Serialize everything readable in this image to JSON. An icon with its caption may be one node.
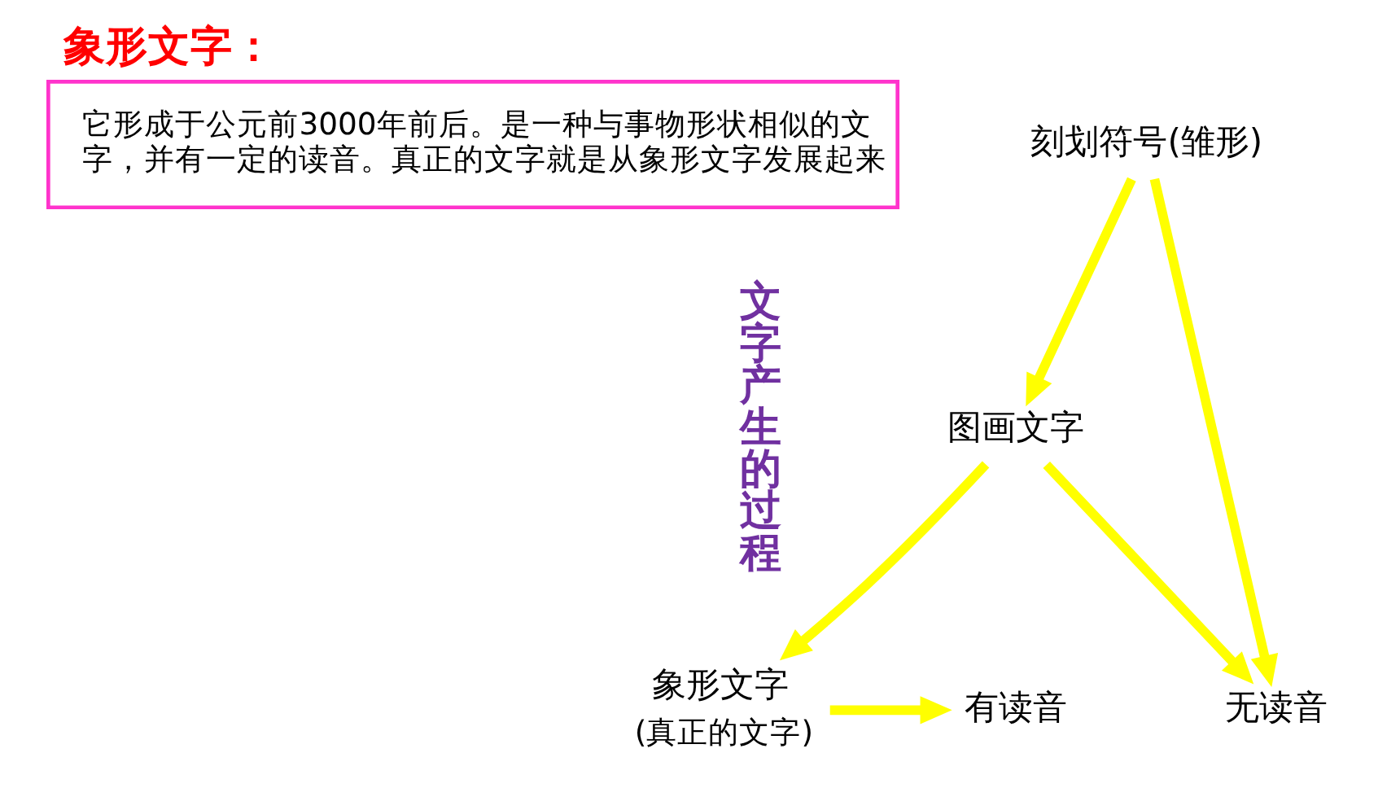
{
  "diagram": {
    "title": "象形文字：",
    "nodes": [
      {
        "text": [
          "它形成于公元前3000年前后。是一种与事物形状相似的文字，并有一定的读音。真正的文字就是从象形文字发展起来"
        ]
      },
      {
        "text": [
          "刻划符号(雏形)"
        ]
      },
      {
        "text": [
          "图画文字"
        ]
      },
      {
        "text": [
          "象形文字"
        ],
        "beside": [
          "(真正的文字)"
        ]
      },
      {
        "text": [
          "无读音"
        ]
      },
      {
        "text": [
          "有读音"
        ]
      }
    ],
    "edges": [
      {
        "from": 1,
        "to": 2,
        "arrow": "to"
      },
      {
        "from": 2,
        "to": 3,
        "arrow": "to"
      },
      {
        "from": 1,
        "to": 4,
        "arrow": "to"
      },
      {
        "from": 2,
        "to": 4,
        "arrow": "to"
      },
      {
        "from": 3,
        "to": 5,
        "arrow": "to"
      }
    ],
    "labels": [
      "文字产生的过程"
    ]
  }
}
